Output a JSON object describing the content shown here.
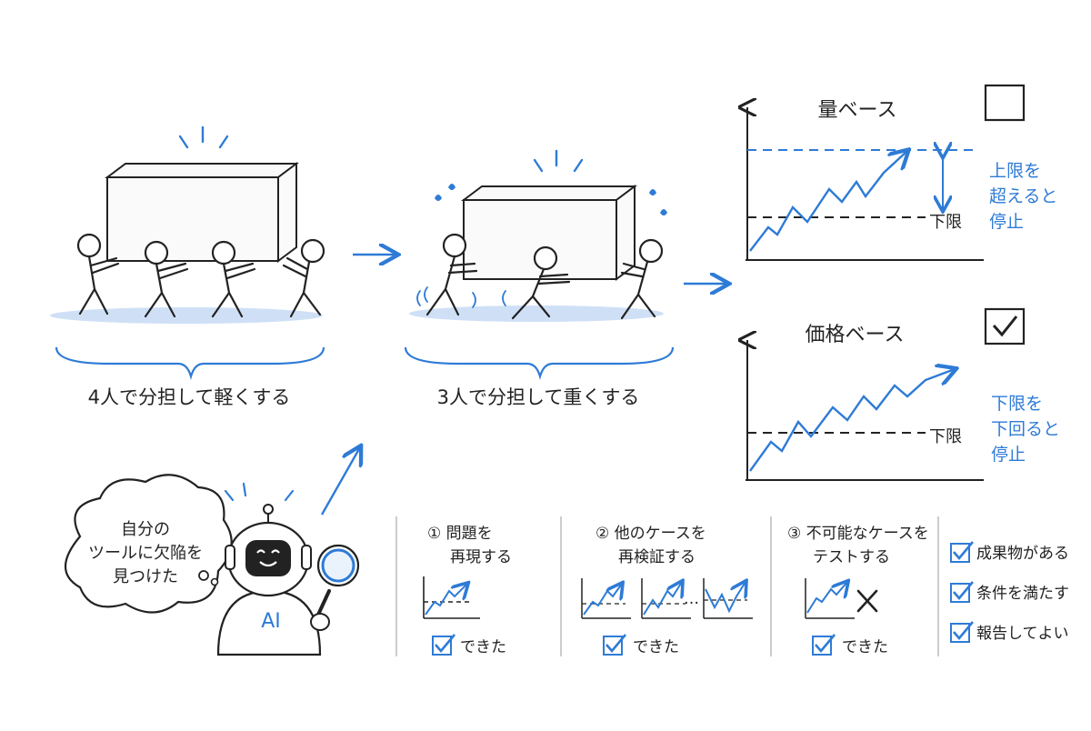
{
  "colors": {
    "ink": "#222222",
    "blue": "#2e7bd6",
    "shadow": "#9fc3ee"
  },
  "scenes": {
    "four_people_caption": "4人で分担して軽くする",
    "three_people_caption": "3人で分担して重くする"
  },
  "charts": {
    "volume": {
      "title": "量ベース",
      "checkbox_checked": false,
      "lower_limit_label": "下限",
      "note_lines": [
        "上限を",
        "超えると",
        "停止"
      ]
    },
    "price": {
      "title": "価格ベース",
      "checkbox_checked": true,
      "lower_limit_label": "下限",
      "note_lines": [
        "下限を",
        "下回ると",
        "停止"
      ]
    }
  },
  "robot": {
    "badge": "AI",
    "thought_lines": [
      "自分の",
      "ツールに欠陥を",
      "見つけた"
    ]
  },
  "steps": [
    {
      "title_lines": [
        "① 問題を",
        "再現する"
      ],
      "status": "できた"
    },
    {
      "title_lines": [
        "② 他のケースを",
        "再検証する"
      ],
      "status": "できた",
      "ellipsis": "…"
    },
    {
      "title_lines": [
        "③ 不可能なケースを",
        "テストする"
      ],
      "status": "できた"
    }
  ],
  "checklist": [
    "成果物がある",
    "条件を満たす",
    "報告してよい"
  ]
}
